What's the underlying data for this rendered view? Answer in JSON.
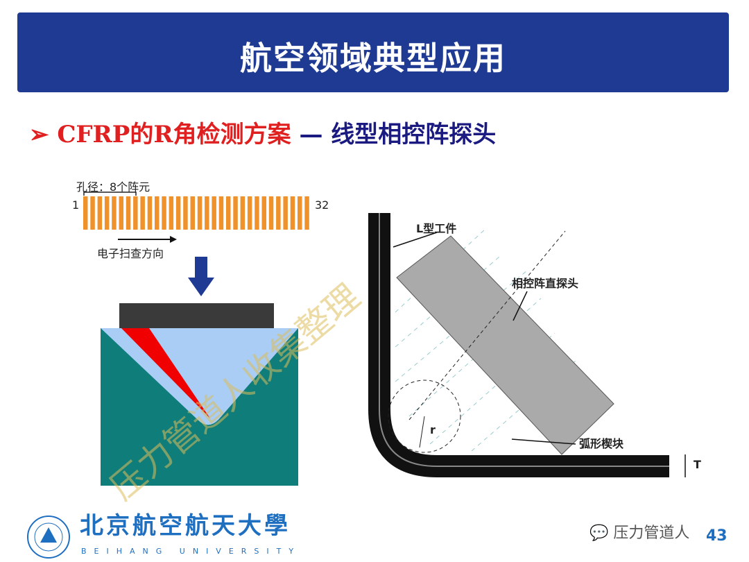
{
  "header": {
    "title": "航空领域典型应用"
  },
  "subtitle": {
    "bullet": "➢",
    "part1": "CFRP的R角检测方案",
    "part2": " — 线型相控阵探头"
  },
  "left_diagram": {
    "aperture_label": "孔径：8个阵元",
    "first_element": "1",
    "last_element": "32",
    "element_count": 32,
    "scan_label": "电子扫查方向"
  },
  "right_diagram": {
    "workpiece_label": "L型工件",
    "probe_label": "相控阵直探头",
    "wedge_label": "弧形楔块",
    "radius_label": "r",
    "thickness_label": "T"
  },
  "watermark": "压力管道人收集整理",
  "footer": {
    "university_cn": "北京航空航天大學",
    "university_en": "BEIHANG UNIVERSITY",
    "wechat_label": "压力管道人",
    "page_number": "43"
  }
}
